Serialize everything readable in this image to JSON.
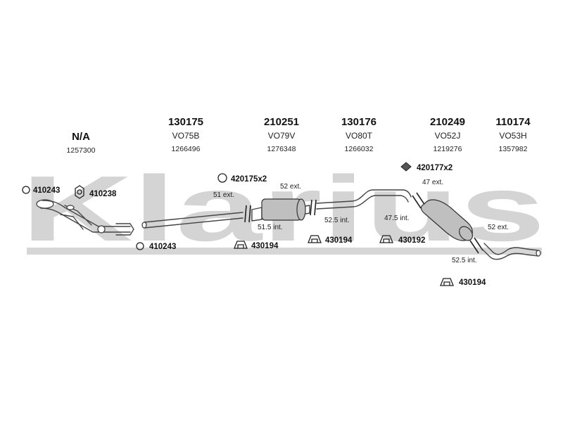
{
  "watermark": {
    "text": "Klarius",
    "color": "#d0d0d0"
  },
  "columns": [
    {
      "part": "N/A",
      "ref": "",
      "oe": "1257300"
    },
    {
      "part": "130175",
      "ref": "VO75B",
      "oe": "1266496"
    },
    {
      "part": "210251",
      "ref": "VO79V",
      "oe": "1276348"
    },
    {
      "part": "130176",
      "ref": "VO80T",
      "oe": "1266032"
    },
    {
      "part": "210249",
      "ref": "VO52J",
      "oe": "1219276"
    },
    {
      "part": "110174",
      "ref": "VO53H",
      "oe": "1357982"
    }
  ],
  "dimensions": {
    "d1": "51 ext.",
    "d2": "52 ext.",
    "d3": "51.5 int.",
    "d4": "52.5 int.",
    "d5": "47 ext.",
    "d6": "47.5 int.",
    "d7": "52 ext.",
    "d8": "52.5 int."
  },
  "fittings": {
    "f1": {
      "number": "410243",
      "icon": "ring-icon"
    },
    "f2": {
      "number": "410238",
      "icon": "gasket-icon"
    },
    "f3": {
      "number": "420175x2",
      "icon": "ring-icon"
    },
    "f4": {
      "number": "420177x2",
      "icon": "diamond-gasket-icon"
    },
    "f5": {
      "number": "410243",
      "icon": "ring-icon"
    },
    "f6": {
      "number": "430194",
      "icon": "rubber-hanger-icon"
    },
    "f7": {
      "number": "430194",
      "icon": "rubber-hanger-icon"
    },
    "f8": {
      "number": "430192",
      "icon": "rubber-hanger-icon"
    },
    "f9": {
      "number": "430194",
      "icon": "rubber-hanger-icon"
    }
  }
}
